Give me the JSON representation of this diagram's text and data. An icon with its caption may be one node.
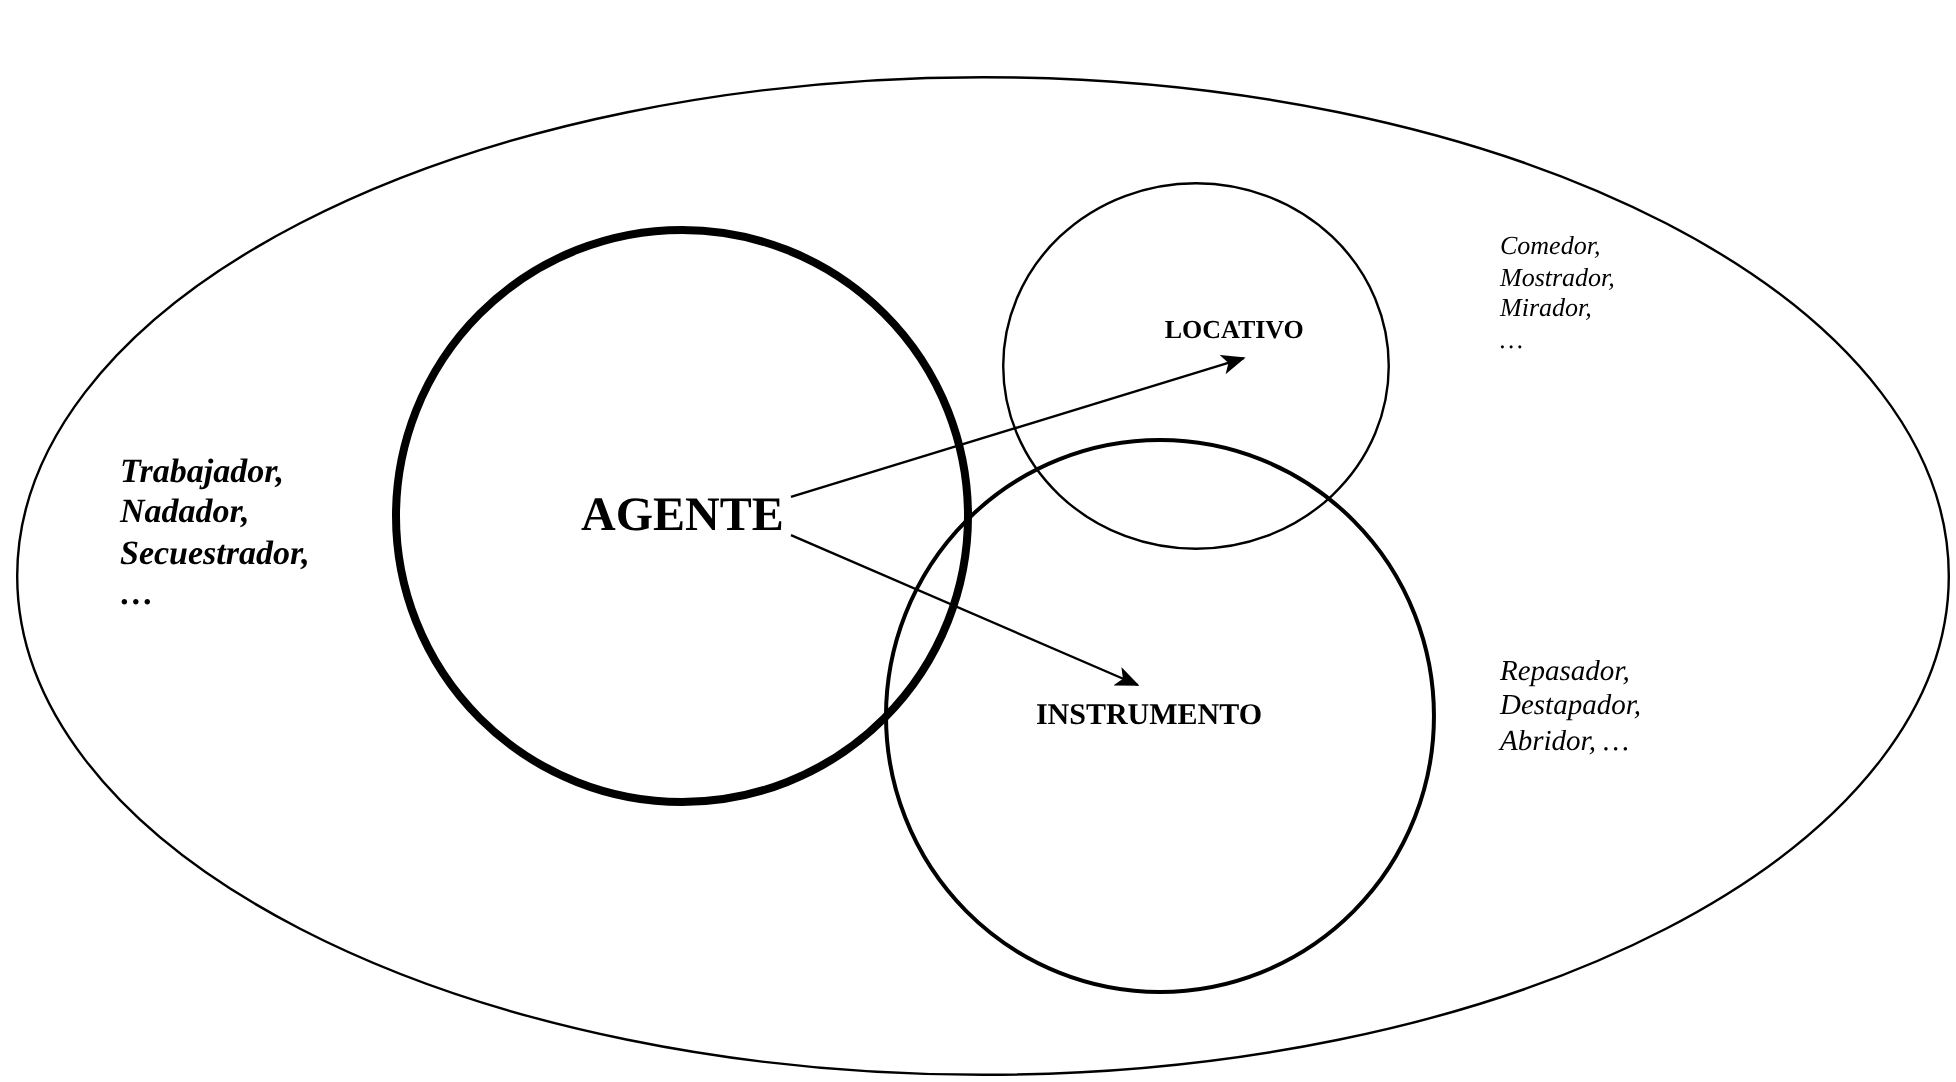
{
  "diagram": {
    "nodes": [
      {
        "text": [],
        "shape": "ellipse"
      },
      {
        "text": [
          "AGENTE"
        ],
        "in": 0
      },
      {
        "text": [
          "LOCATIVO"
        ],
        "in": 0
      },
      {
        "text": [
          "INSTRUMENTO"
        ],
        "in": 0
      }
    ],
    "edges": [
      {
        "from": 1,
        "to": 2,
        "arrow": "to"
      },
      {
        "from": 1,
        "to": 3,
        "arrow": "to"
      }
    ],
    "labels": [
      "Comedor, Mostrador, Mirador, …",
      "Trabajador, Nadador, Secuestrador, …",
      "Repasador, Destapador, Abridor, …"
    ]
  }
}
